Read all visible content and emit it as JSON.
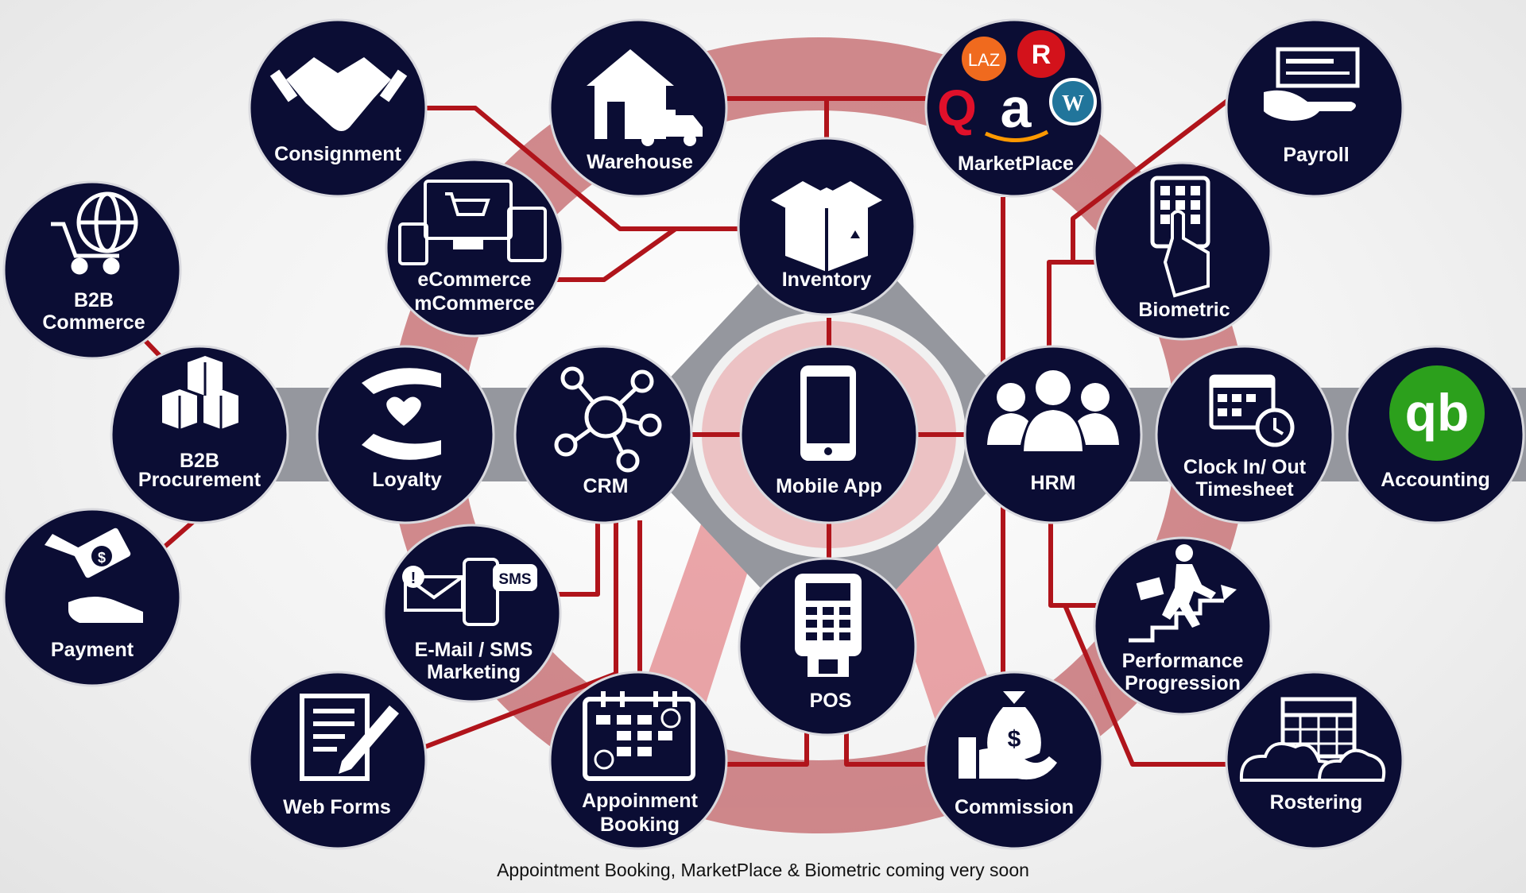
{
  "colors": {
    "node_fill": "#0b0d34",
    "connector": "#b0141b",
    "backdrop_ring": "#c23a40",
    "hub_band": "#9a9ca3",
    "label": "#ffffff",
    "accounting_brand": "#2ca01c",
    "lazada": "#f06a1e",
    "rakuten": "#d3121b",
    "wordpress": "#21759b",
    "amazon_arrow": "#ff9900"
  },
  "nodes": {
    "consignment": {
      "label": "Consignment",
      "icon": "handshake-icon"
    },
    "warehouse": {
      "label": "Warehouse",
      "icon": "warehouse-truck-icon"
    },
    "marketplace": {
      "label": "MarketPlace",
      "icon": "marketplace-logos-icon",
      "logos": {
        "lazada": "LAZ",
        "rakuten": "R",
        "q": "Q",
        "amazon": "a",
        "wordpress": "W"
      }
    },
    "payroll": {
      "label": "Payroll",
      "icon": "cheque-hand-icon"
    },
    "b2b_commerce": {
      "label_lines": [
        "B2B",
        "Commerce"
      ],
      "icon": "globe-cart-icon"
    },
    "ecommerce": {
      "label_lines": [
        "eCommerce",
        "mCommerce"
      ],
      "icon": "devices-cart-icon"
    },
    "inventory": {
      "label": "Inventory",
      "icon": "open-box-icon"
    },
    "biometric": {
      "label": "Biometric",
      "icon": "fingerprint-keypad-icon"
    },
    "b2b_procurement": {
      "label_lines": [
        "B2B",
        "Procurement"
      ],
      "icon": "stacked-boxes-icon"
    },
    "loyalty": {
      "label": "Loyalty",
      "icon": "heart-hands-icon"
    },
    "crm": {
      "label": "CRM",
      "icon": "network-hub-icon"
    },
    "mobile_app": {
      "label": "Mobile App",
      "icon": "smartphone-icon"
    },
    "hrm": {
      "label": "HRM",
      "icon": "team-people-icon"
    },
    "clock": {
      "label_lines": [
        "Clock In/ Out",
        "Timesheet"
      ],
      "icon": "calendar-clock-icon"
    },
    "accounting": {
      "label": "Accounting",
      "icon": "quickbooks-icon",
      "logo_text": "qb"
    },
    "payment": {
      "label": "Payment",
      "icon": "cash-hands-icon",
      "symbol": "$"
    },
    "email_sms": {
      "label_lines": [
        "E-Mail / SMS",
        "Marketing"
      ],
      "icon": "email-sms-icon",
      "badge": "SMS"
    },
    "pos": {
      "label": "POS",
      "icon": "pos-terminal-icon"
    },
    "performance": {
      "label_lines": [
        "Performance",
        "Progression"
      ],
      "icon": "stair-climber-icon"
    },
    "web_forms": {
      "label": "Web Forms",
      "icon": "form-pencil-icon"
    },
    "appointment": {
      "label_lines": [
        "Appoinment",
        "Booking"
      ],
      "icon": "calendar-check-icon"
    },
    "commission": {
      "label": "Commission",
      "icon": "money-bag-hand-icon",
      "symbol": "$"
    },
    "rostering": {
      "label": "Rostering",
      "icon": "cloud-calendar-icon"
    }
  },
  "footer": {
    "text": "Appointment Booking, MarketPlace & Biometric coming very soon"
  }
}
